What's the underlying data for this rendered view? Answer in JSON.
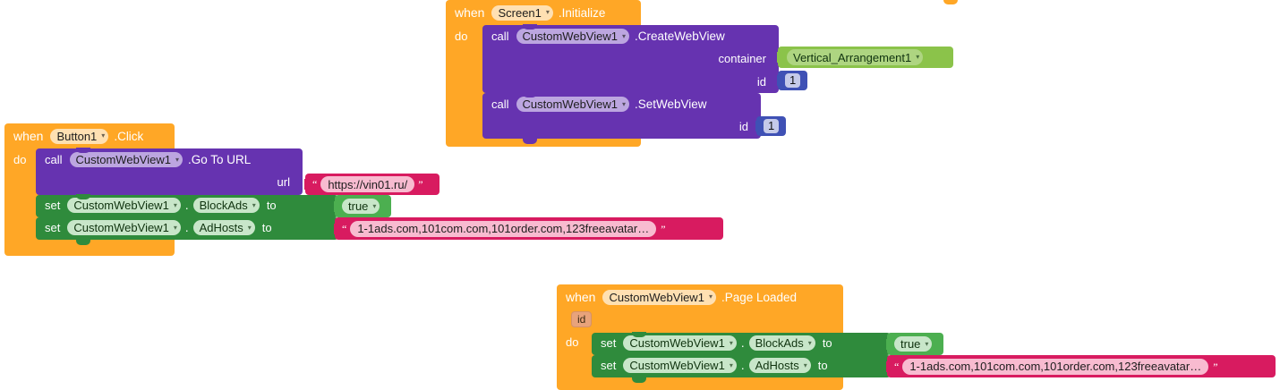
{
  "app": "MIT App Inventor Blocks Editor",
  "colors": {
    "event_block": "#FFA726",
    "call_block": "#6633B0",
    "set_block": "#2F8B3C",
    "text_value": "#D81B60",
    "number_value": "#3F51B5",
    "logic_value": "#4CAF50",
    "component_value": "#8BC34A"
  },
  "labels": {
    "when": "when",
    "do": "do",
    "call": "call",
    "set": "set",
    "to": "to",
    "dot": ".",
    "caret": "▾",
    "quote_open": "“",
    "quote_close": "”"
  },
  "blocks": [
    {
      "id": "screen1-initialize",
      "type": "event",
      "component": "Screen1",
      "event": ".Initialize",
      "statements": [
        {
          "kind": "call",
          "component": "CustomWebView1",
          "method": ".CreateWebView",
          "args": [
            {
              "name": "container",
              "value": "Vertical_Arrangement1",
              "value_type": "component"
            },
            {
              "name": "id",
              "value": "1",
              "value_type": "number"
            }
          ]
        },
        {
          "kind": "call",
          "component": "CustomWebView1",
          "method": ".SetWebView",
          "args": [
            {
              "name": "id",
              "value": "1",
              "value_type": "number"
            }
          ]
        }
      ]
    },
    {
      "id": "button1-click",
      "type": "event",
      "component": "Button1",
      "event": ".Click",
      "statements": [
        {
          "kind": "call",
          "component": "CustomWebView1",
          "method": ".Go To URL",
          "args": [
            {
              "name": "url",
              "value": "https://vin01.ru/",
              "value_type": "text"
            }
          ]
        },
        {
          "kind": "set",
          "component": "CustomWebView1",
          "property": "BlockAds",
          "value": "true",
          "value_type": "logic"
        },
        {
          "kind": "set",
          "component": "CustomWebView1",
          "property": "AdHosts",
          "value": "1-1ads.com,101com.com,101order.com,123freeavatar…",
          "value_type": "text"
        }
      ]
    },
    {
      "id": "customwebview1-pageloaded",
      "type": "event",
      "component": "CustomWebView1",
      "event": ".Page Loaded",
      "event_param": "id",
      "statements": [
        {
          "kind": "set",
          "component": "CustomWebView1",
          "property": "BlockAds",
          "value": "true",
          "value_type": "logic"
        },
        {
          "kind": "set",
          "component": "CustomWebView1",
          "property": "AdHosts",
          "value": "1-1ads.com,101com.com,101order.com,123freeavatar…",
          "value_type": "text"
        }
      ]
    }
  ]
}
